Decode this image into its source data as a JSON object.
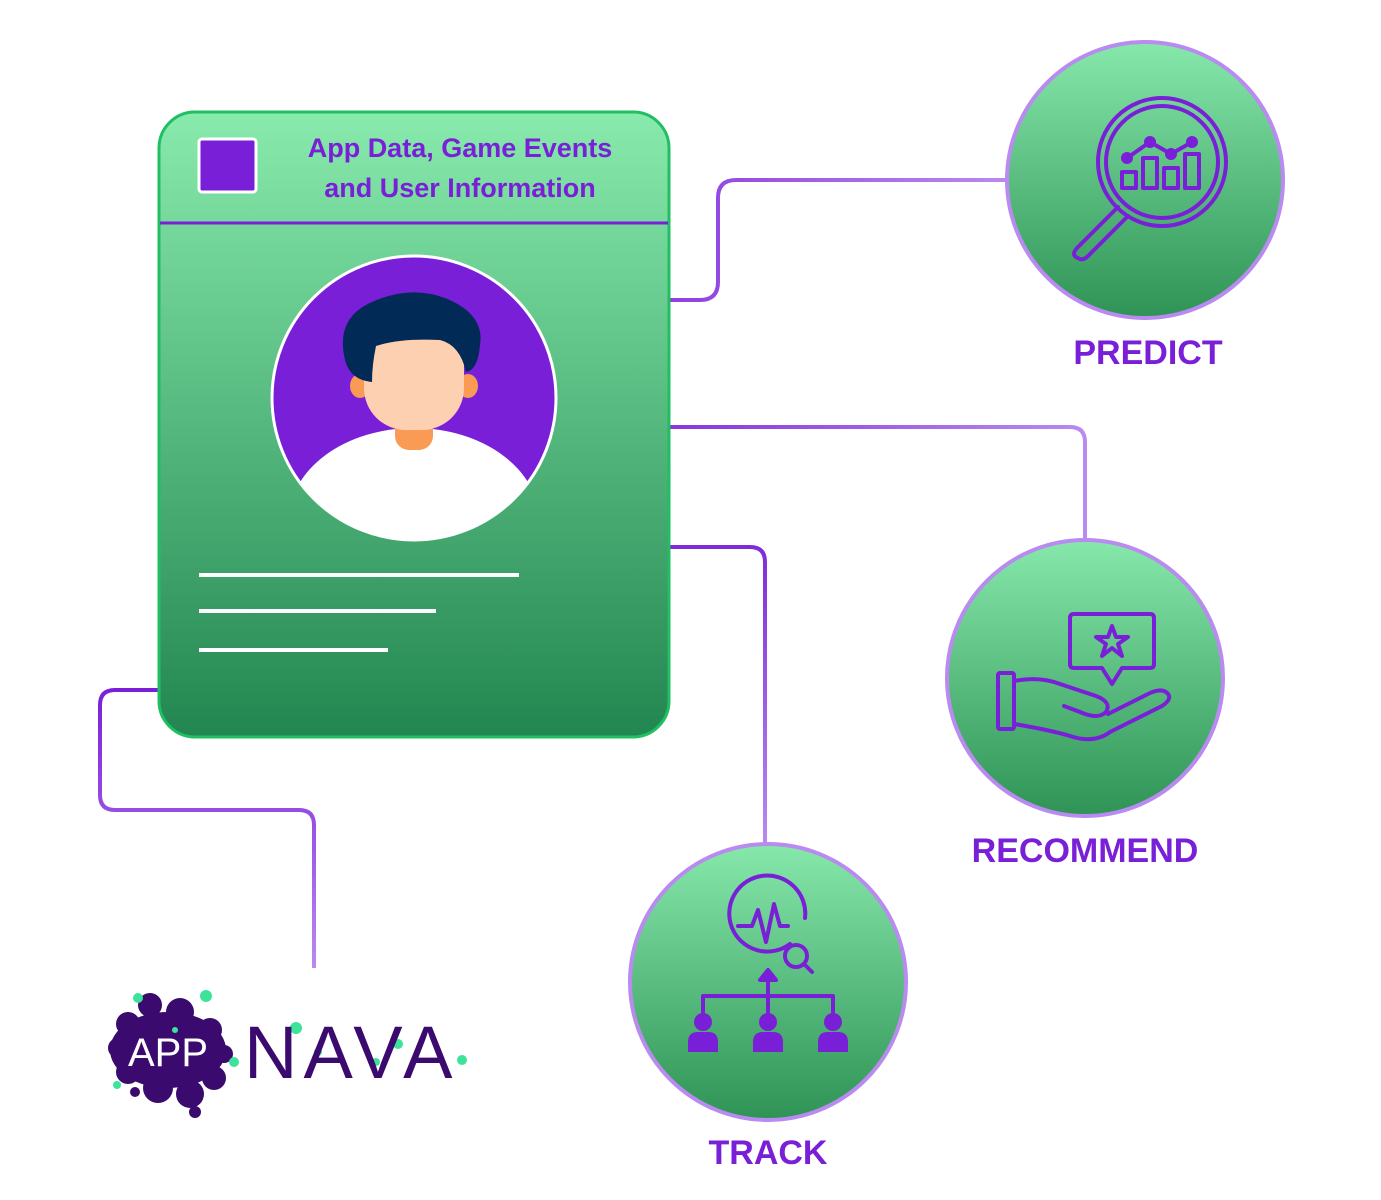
{
  "card": {
    "title_line1": "App Data, Game Events",
    "title_line2": "and User Information"
  },
  "nodes": {
    "predict": {
      "label": "PREDICT",
      "icon": "magnifier-bar-chart-icon"
    },
    "recommend": {
      "label": "RECOMMEND",
      "icon": "hand-star-bubble-icon"
    },
    "track": {
      "label": "TRACK",
      "icon": "analytics-people-hierarchy-icon"
    }
  },
  "logo": {
    "badge_text": "APP",
    "word": "NAVA"
  },
  "colors": {
    "purple": "#7a1fd8",
    "green_light": "#86e8aa",
    "green_dark": "#238a52",
    "navy_hair": "#012a57",
    "skin": "#fdd0b1",
    "neck": "#f99a55"
  }
}
